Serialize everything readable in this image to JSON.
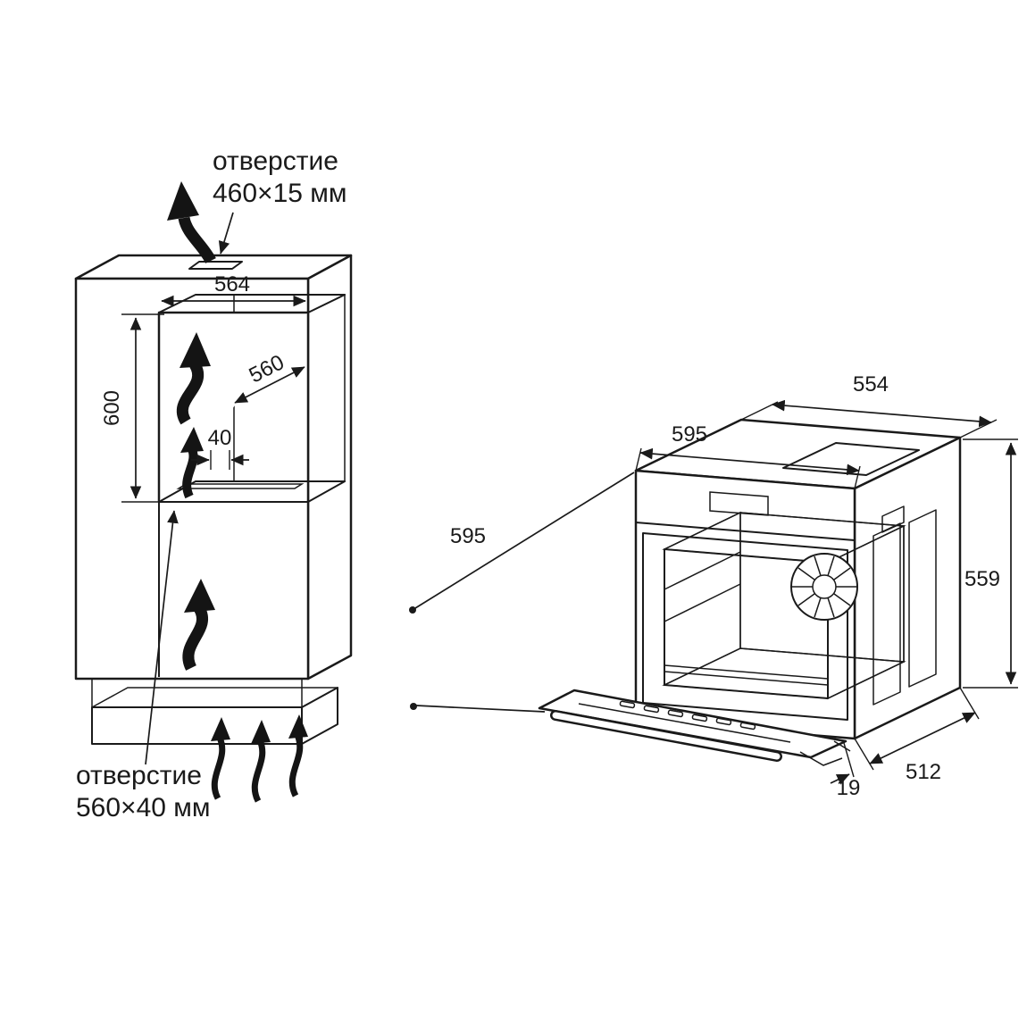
{
  "colors": {
    "line": "#1a1a1a",
    "shade_light": "#e9e9e9",
    "shade_mid": "#d7d7d7",
    "shade_base": "#c9c9c9"
  },
  "cabinet": {
    "top_opening": {
      "label_line1": "отверстие",
      "label_line2": "460×15 мм"
    },
    "bottom_opening": {
      "label_line1": "отверстие",
      "label_line2": "560×40 мм"
    },
    "dims": {
      "niche_width": "564",
      "niche_depth": "560",
      "niche_height": "600",
      "rear_gap": "40"
    }
  },
  "oven": {
    "dims": {
      "top_width": "554",
      "front_width": "595",
      "front_height": "595",
      "side_height": "559",
      "bottom_depth": "512",
      "front_lip": "19"
    }
  }
}
